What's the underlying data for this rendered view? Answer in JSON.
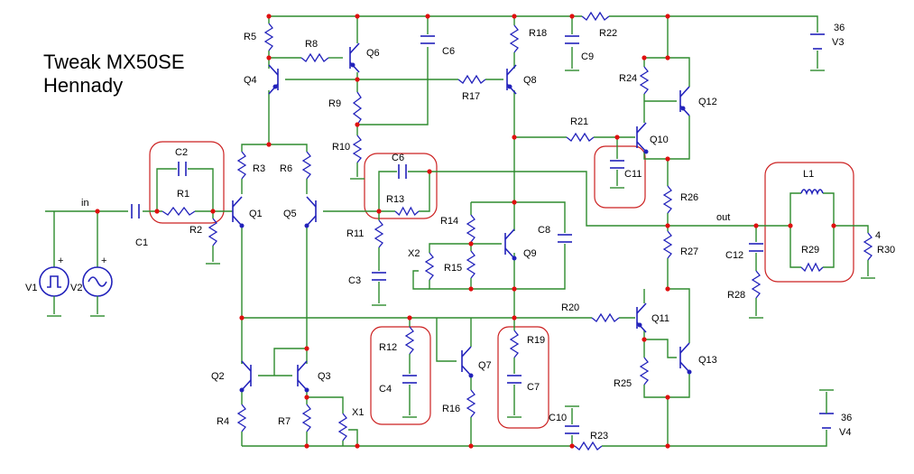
{
  "title": {
    "line1": "Tweak MX50SE",
    "line2": "Hennady"
  },
  "nets": {
    "in": "in",
    "out": "out"
  },
  "components": {
    "R1": "R1",
    "R2": "R2",
    "R3": "R3",
    "R4": "R4",
    "R5": "R5",
    "R6": "R6",
    "R7": "R7",
    "R8": "R8",
    "R9": "R9",
    "R10": "R10",
    "R11": "R11",
    "R12": "R12",
    "R13": "R13",
    "R14": "R14",
    "R15": "R15",
    "R16": "R16",
    "R17": "R17",
    "R18": "R18",
    "R19": "R19",
    "R20": "R20",
    "R21": "R21",
    "R22": "R22",
    "R23": "R23",
    "R24": "R24",
    "R25": "R25",
    "R26": "R26",
    "R27": "R27",
    "R28": "R28",
    "R29": "R29",
    "R30": "R30",
    "C1": "C1",
    "C2": "C2",
    "C3": "C3",
    "C4": "C4",
    "C6": "C6",
    "C7": "C7",
    "C8": "C8",
    "C9": "C9",
    "C10": "C10",
    "C11": "C11",
    "C12": "C12",
    "Q1": "Q1",
    "Q2": "Q2",
    "Q3": "Q3",
    "Q4": "Q4",
    "Q5": "Q5",
    "Q6": "Q6",
    "Q7": "Q7",
    "Q8": "Q8",
    "Q9": "Q9",
    "Q10": "Q10",
    "Q11": "Q11",
    "Q12": "Q12",
    "Q13": "Q13",
    "X1": "X1",
    "X2": "X2",
    "L1": "L1",
    "V1": "V1",
    "V2": "V2",
    "V3": "V3",
    "V4": "V4"
  },
  "values": {
    "V3": "36",
    "V4": "36",
    "R30": "4"
  }
}
